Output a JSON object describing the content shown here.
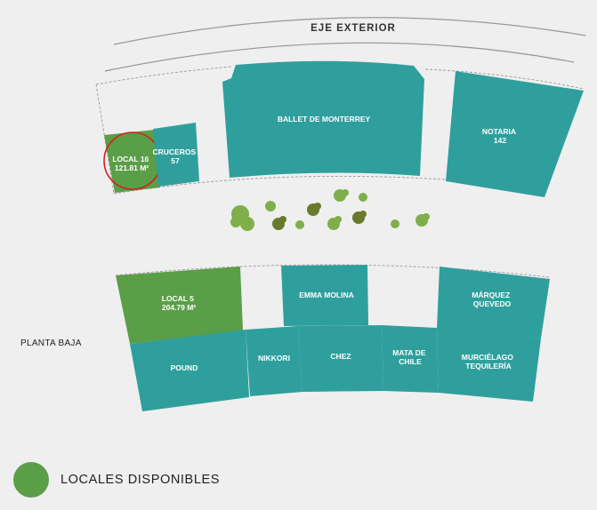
{
  "colors": {
    "available": "#5a9e48",
    "occupied": "#2f9f9d",
    "highlight_ring": "#d42020",
    "tree_light": "#7fae4b",
    "tree_dark": "#6a7a2c"
  },
  "road_label": "EJE EXTERIOR",
  "floor_label": "PLANTA BAJA",
  "legend": {
    "label": "LOCALES DISPONIBLES",
    "swatch": "available"
  },
  "units": [
    {
      "id": "local-16",
      "lines": [
        "LOCAL 16",
        "121.81 M²"
      ],
      "status": "available",
      "highlighted": true
    },
    {
      "id": "cruceros",
      "lines": [
        "CRUCEROS",
        "57"
      ],
      "status": "occupied"
    },
    {
      "id": "ballet",
      "lines": [
        "BALLET DE MONTERREY"
      ],
      "status": "occupied"
    },
    {
      "id": "notaria",
      "lines": [
        "NOTARIA",
        "142"
      ],
      "status": "occupied"
    },
    {
      "id": "local-5",
      "lines": [
        "LOCAL 5",
        "204.79 M²"
      ],
      "status": "available"
    },
    {
      "id": "emma-molina",
      "lines": [
        "EMMA MOLINA"
      ],
      "status": "occupied"
    },
    {
      "id": "marquez-quevedo",
      "lines": [
        "MÁRQUEZ",
        "QUEVEDO"
      ],
      "status": "occupied"
    },
    {
      "id": "pound",
      "lines": [
        "POUND"
      ],
      "status": "occupied"
    },
    {
      "id": "nikkori",
      "lines": [
        "NIKKORI"
      ],
      "status": "occupied"
    },
    {
      "id": "chez",
      "lines": [
        "CHEZ"
      ],
      "status": "occupied"
    },
    {
      "id": "mata-de-chile",
      "lines": [
        "MATA DE",
        "CHILE"
      ],
      "status": "occupied"
    },
    {
      "id": "murcielago",
      "lines": [
        "MURCIÉLAGO",
        "TEQUILERÍA"
      ],
      "status": "occupied"
    }
  ]
}
